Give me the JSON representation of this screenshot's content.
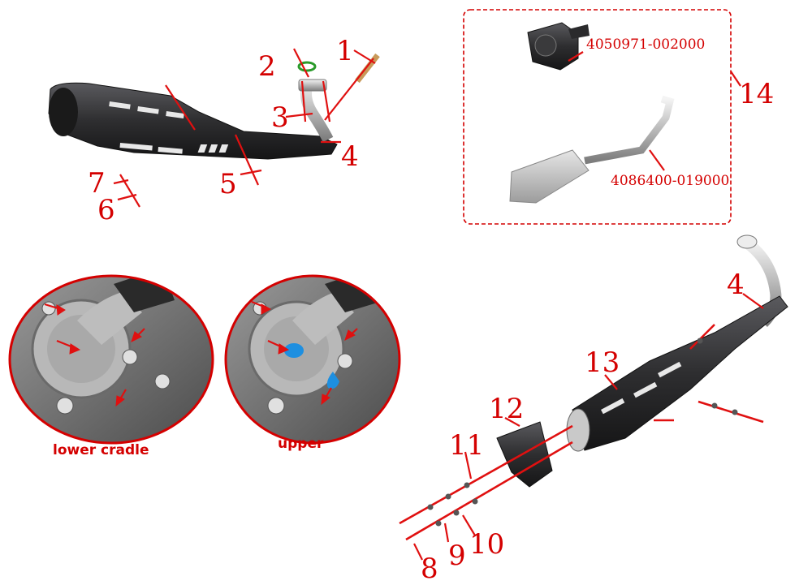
{
  "callouts": [
    {
      "id": "1",
      "label": "1"
    },
    {
      "id": "2",
      "label": "2"
    },
    {
      "id": "3",
      "label": "3"
    },
    {
      "id": "4a",
      "label": "4"
    },
    {
      "id": "5",
      "label": "5"
    },
    {
      "id": "6",
      "label": "6"
    },
    {
      "id": "7",
      "label": "7"
    },
    {
      "id": "14",
      "label": "14"
    },
    {
      "id": "4b",
      "label": "4"
    },
    {
      "id": "13",
      "label": "13"
    },
    {
      "id": "12",
      "label": "12"
    },
    {
      "id": "11",
      "label": "11"
    },
    {
      "id": "8",
      "label": "8"
    },
    {
      "id": "9",
      "label": "9"
    },
    {
      "id": "10",
      "label": "10"
    }
  ],
  "part_numbers": {
    "water_pump": "4050971-002000",
    "muffler_assembly": "4086400-019000"
  },
  "captions": {
    "lower": "lower cradle",
    "upper": "upper"
  },
  "colors": {
    "accent": "#d40000",
    "leader": "#e01010",
    "body_dark": "#2e2e30",
    "chrome": "#c8c8c8",
    "highlight_blue": "#1e8fe0"
  }
}
